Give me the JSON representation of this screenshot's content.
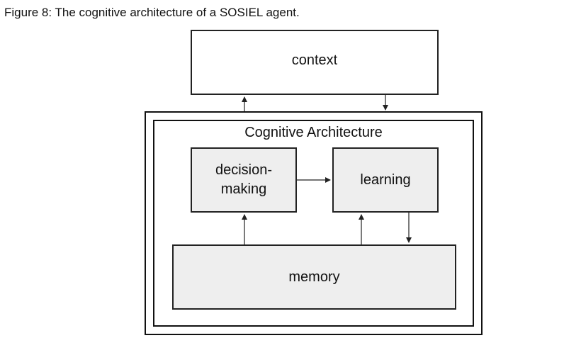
{
  "caption": "Figure 8: The cognitive architecture of a SOSIEL agent.",
  "nodes": {
    "context": "context",
    "architecture_title": "Cognitive Architecture",
    "decision_line1": "decision-",
    "decision_line2": "making",
    "learning": "learning",
    "memory": "memory"
  },
  "edges": [
    {
      "from": "Cognitive Architecture",
      "to": "context"
    },
    {
      "from": "context",
      "to": "Cognitive Architecture"
    },
    {
      "from": "decision-making",
      "to": "learning"
    },
    {
      "from": "memory",
      "to": "decision-making"
    },
    {
      "from": "memory",
      "to": "learning"
    },
    {
      "from": "learning",
      "to": "memory"
    }
  ]
}
